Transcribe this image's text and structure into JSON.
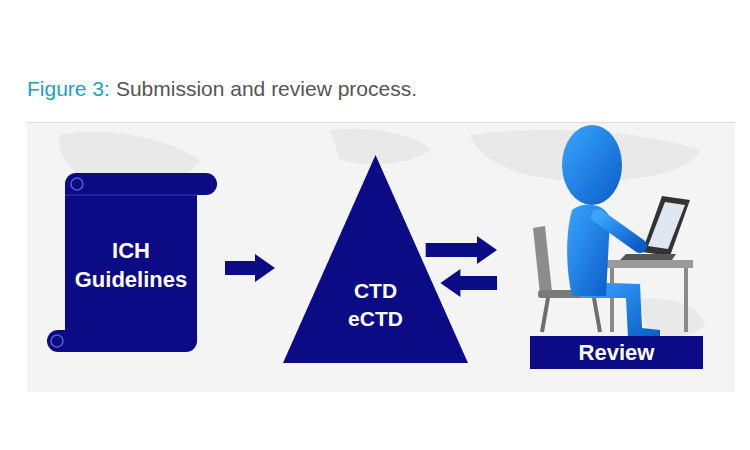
{
  "diagram": {
    "title": "Submission and review process.",
    "nodes": [
      {
        "text": [
          "ICH Guidelines"
        ]
      },
      {
        "text": [
          "CTD eCTD"
        ]
      },
      {
        "text": [
          "Review"
        ]
      }
    ],
    "edges": [
      {
        "from": 0,
        "to": 1,
        "arrow": "to"
      },
      {
        "from": 1,
        "to": 2,
        "arrow": "to"
      },
      {
        "from": 2,
        "to": 1,
        "arrow": "to"
      }
    ],
    "labels": [
      "Figure 3:"
    ]
  }
}
